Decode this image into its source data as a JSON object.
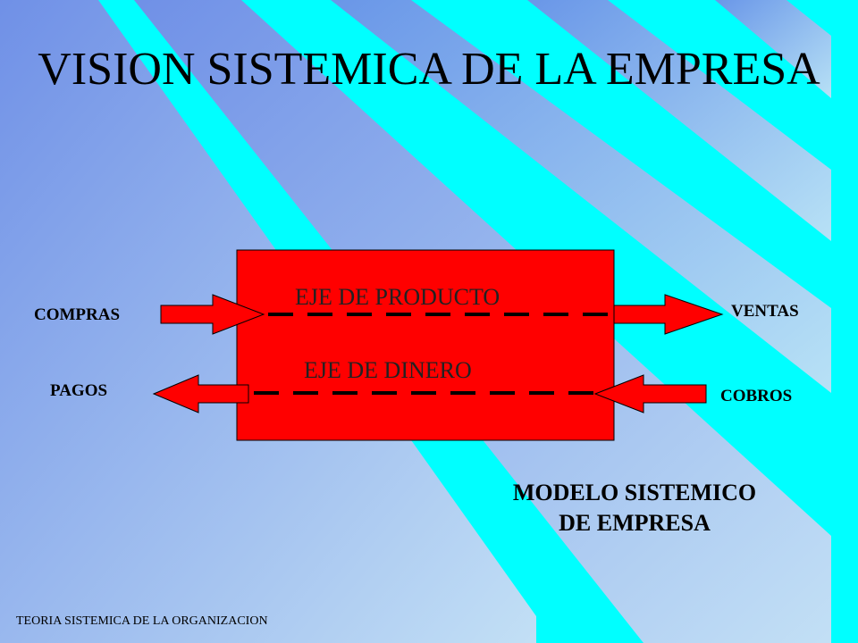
{
  "title": "VISION SISTEMICA DE LA EMPRESA",
  "inputs": {
    "compras": "COMPRAS",
    "pagos": "PAGOS"
  },
  "outputs": {
    "ventas": "VENTAS",
    "cobros": "COBROS"
  },
  "axes": {
    "product": "EJE DE PRODUCTO",
    "money": "EJE DE DINERO"
  },
  "model_caption": {
    "line1": "MODELO SISTEMICO",
    "line2": "DE EMPRESA"
  },
  "footer": "TEORIA SISTEMICA DE LA ORGANIZACION",
  "colors": {
    "background": "#00ffff",
    "box": "#ff0000",
    "stripes": "#8a8fe0"
  }
}
